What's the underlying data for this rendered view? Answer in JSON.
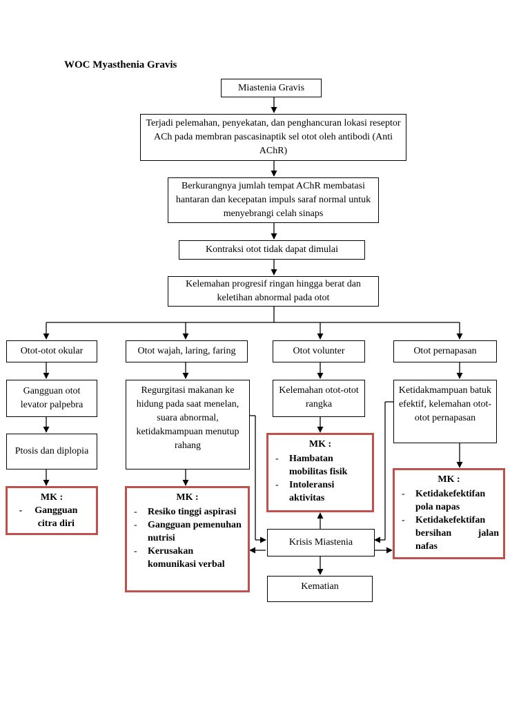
{
  "title": "WOC Myasthenia Gravis",
  "flow": {
    "miastenia": "Miastenia Gravis",
    "pelemahan": "Terjadi pelemahan, penyekatan, dan penghancuran lokasi reseptor ACh pada membran pascasinaptik sel otot oleh antibodi (Anti AChR)",
    "berkurang": "Berkurangnya jumlah tempat AChR membatasi hantaran dan kecepatan impuls saraf normal untuk menyebrangi celah sinaps",
    "kontraksi": "Kontraksi otot tidak dapat dimulai",
    "kelemahan": "Kelemahan progresif ringan hingga berat dan keletihan abnormal pada otot"
  },
  "branches": {
    "okular": "Otot-otot okular",
    "wajah": "Otot wajah, laring, faring",
    "volunter": "Otot volunter",
    "pernapasan": "Otot pernapasan"
  },
  "effects": {
    "gangguan_otot": "Gangguan otot levator palpebra",
    "ptosis": "Ptosis dan diplopia",
    "regurgitasi": "Regurgitasi makanan ke hidung pada saat menelan, suara abnormal, ketidakmampuan menutup rahang",
    "kelemahan_rangka": "Kelemahan otot-otot rangka",
    "ketidakmampuan_batuk": "Ketidakmampuan batuk efektif, kelemahan otot-otot pernapasan",
    "krisis": "Krisis Miastenia",
    "kematian": "Kematian"
  },
  "mk": {
    "label": "MK :",
    "citra": [
      "Gangguan citra diri"
    ],
    "wajah": [
      "Resiko tinggi aspirasi",
      "Gangguan pemenuhan nutrisi",
      "Kerusakan komunikasi verbal"
    ],
    "volunter": [
      "Hambatan mobilitas fisik",
      "Intoleransi aktivitas"
    ],
    "napas": [
      "Ketidakefektifan pola napas",
      "Ketidakefektifan bersihan jalan nafas"
    ]
  },
  "colors": {
    "mk_border": "#c0504d",
    "line": "#000000"
  }
}
